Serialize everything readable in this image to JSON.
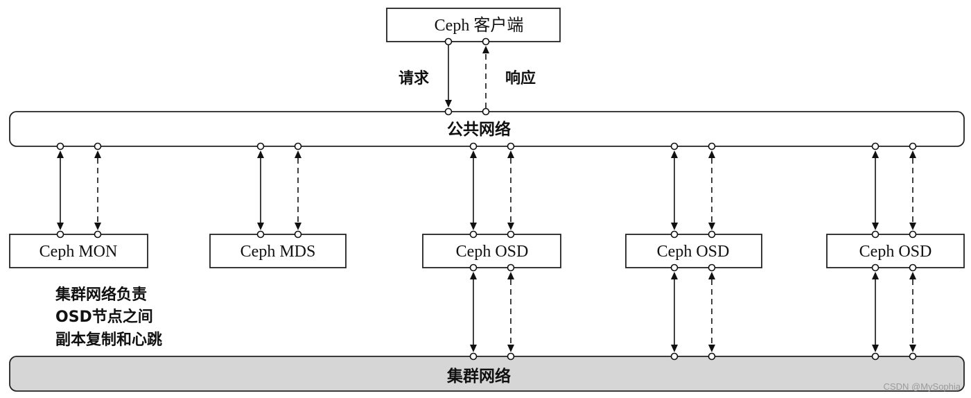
{
  "client": {
    "label": "Ceph 客户端"
  },
  "flows": {
    "request_label": "请求",
    "response_label": "响应"
  },
  "public_network": {
    "label": "公共网络"
  },
  "cluster_network": {
    "label": "集群网络"
  },
  "nodes": [
    {
      "label": "Ceph MON",
      "on_cluster_network": false
    },
    {
      "label": "Ceph MDS",
      "on_cluster_network": false
    },
    {
      "label": "Ceph OSD",
      "on_cluster_network": true
    },
    {
      "label": "Ceph OSD",
      "on_cluster_network": true
    },
    {
      "label": "Ceph OSD",
      "on_cluster_network": true
    }
  ],
  "note": {
    "lines": [
      "集群网络负责",
      "OSD节点之间",
      "副本复制和心跳"
    ]
  },
  "watermark": "CSDN @MySophia",
  "colors": {
    "line": "#111111",
    "cluster_fill": "#d6d6d6",
    "background": "#ffffff"
  }
}
